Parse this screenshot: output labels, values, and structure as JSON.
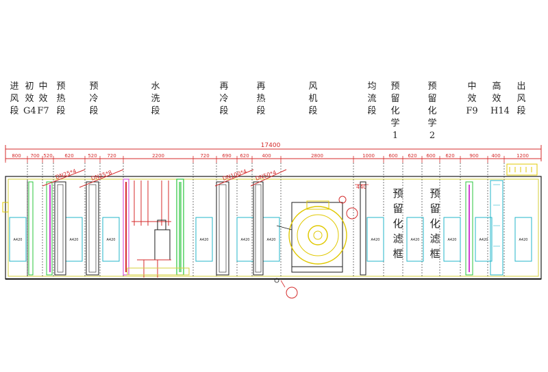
{
  "sections": [
    {
      "id": "intake",
      "label": "进风段"
    },
    {
      "id": "g4",
      "label": "初效G4"
    },
    {
      "id": "f7",
      "label": "中效F7"
    },
    {
      "id": "preheat",
      "label": "预热段"
    },
    {
      "id": "precool",
      "label": "预冷段"
    },
    {
      "id": "washer",
      "label": "水洗段"
    },
    {
      "id": "recool",
      "label": "再冷段"
    },
    {
      "id": "reheat",
      "label": "再热段"
    },
    {
      "id": "fan",
      "label": "风机段"
    },
    {
      "id": "even",
      "label": "均流段"
    },
    {
      "id": "reserve1",
      "label": "预留化学1"
    },
    {
      "id": "reserve2",
      "label": "预留化学2"
    },
    {
      "id": "f9",
      "label": "中效F9"
    },
    {
      "id": "h14",
      "label": "高效H14"
    },
    {
      "id": "outlet",
      "label": "出风段"
    }
  ],
  "dimensions": {
    "total": "17400",
    "segments": [
      "800",
      "700",
      "520",
      "620",
      "520",
      "720",
      "2200",
      "720",
      "690",
      "620",
      "400",
      "2800",
      "1000",
      "600",
      "620",
      "600",
      "620",
      "900",
      "400",
      "1200"
    ]
  },
  "pipe_labels": [
    "DN25*4",
    "DN25*8",
    "DN100*4",
    "DN50*4"
  ],
  "dim_440": "440",
  "door_label": "A420",
  "fan_note": "",
  "reserved_frame_label": "预留化滤框",
  "colors": {
    "outline": "#1a1a1a",
    "frame_yellow": "#d6cf3a",
    "pipe_red": "#d42a2a",
    "coil_green": "#27c43a",
    "accent_magenta": "#d23bd4",
    "fan_yellow": "#e0c800",
    "cyan": "#21b5c9"
  }
}
